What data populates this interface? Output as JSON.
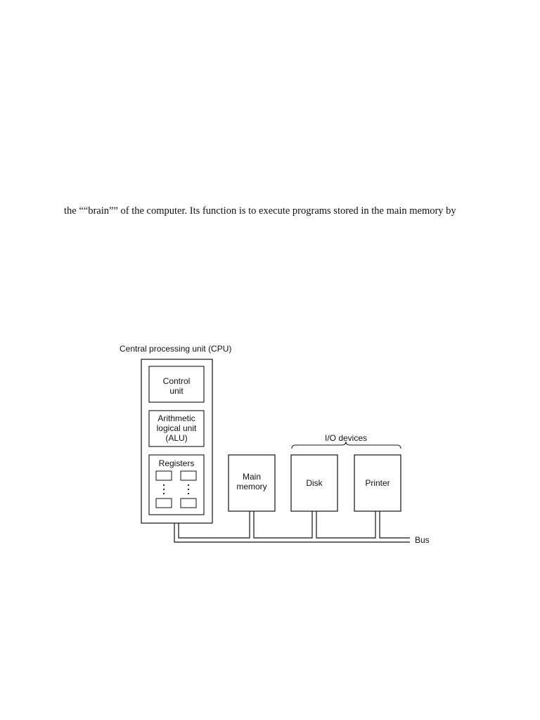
{
  "document": {
    "body_text": "the ““brain”” of the computer. Its function is to execute programs stored in the main memory by"
  },
  "figure": {
    "cpu_label": "Central processing unit (CPU)",
    "control_unit": [
      "Control",
      "unit"
    ],
    "alu": [
      "Arithmetic",
      "logical unit",
      "(ALU)"
    ],
    "registers": "Registers",
    "main_memory": [
      "Main",
      "memory"
    ],
    "io_devices_label": "I/O devices",
    "disk": "Disk",
    "printer": "Printer",
    "bus": "Bus"
  }
}
